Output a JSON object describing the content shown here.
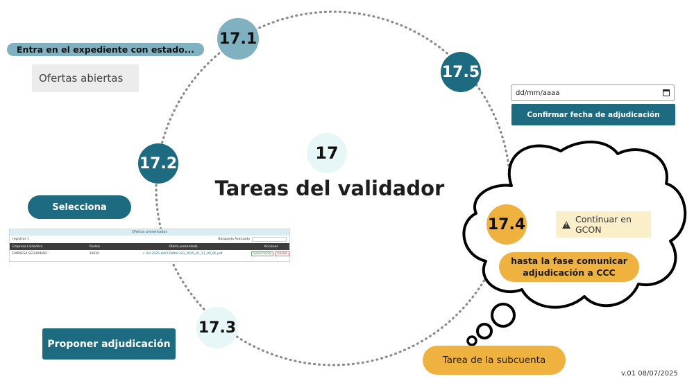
{
  "diagram": {
    "center": {
      "number": "17",
      "title": "Tareas del validador"
    },
    "steps": [
      {
        "id": "17.1",
        "label": "Entra en el expediente con estado...",
        "state_value": "Ofertas abiertas"
      },
      {
        "id": "17.2",
        "label": "Selecciona"
      },
      {
        "id": "17.3",
        "label": "Proponer adjudicación"
      },
      {
        "id": "17.4",
        "warning": "Continuar en GCON",
        "note_line1": "hasta la fase comunicar",
        "note_line2": "adjudicación a CCC",
        "footer": "Tarea de la subcuenta"
      },
      {
        "id": "17.5",
        "date_placeholder": "dd/mm/aaaa",
        "confirm_label": "Confirmar fecha de adjudicación"
      }
    ],
    "offers_table": {
      "title": "Ofertas presentadas",
      "records": "registros 1",
      "search_label": "Búsqueda Avanzada",
      "headers": [
        "Empresa Licitadora",
        "Puntos",
        "Oferta presentada",
        "Acciones"
      ],
      "rows": [
        {
          "empresa": "EMPRESA SEGURIDAD",
          "puntos": "10020",
          "oferta": "AD-2025-HACIENDA1-SO_2025_01_11_09_06.pdf",
          "accion_1": "Seleccionar",
          "accion_2": "Anular"
        }
      ]
    },
    "version": "v.01 08/07/2025",
    "colors": {
      "teal": "#1d6b80",
      "grey_blue": "#7fb1c0",
      "orange": "#f0b23e",
      "light": "#e7f6f6"
    }
  }
}
